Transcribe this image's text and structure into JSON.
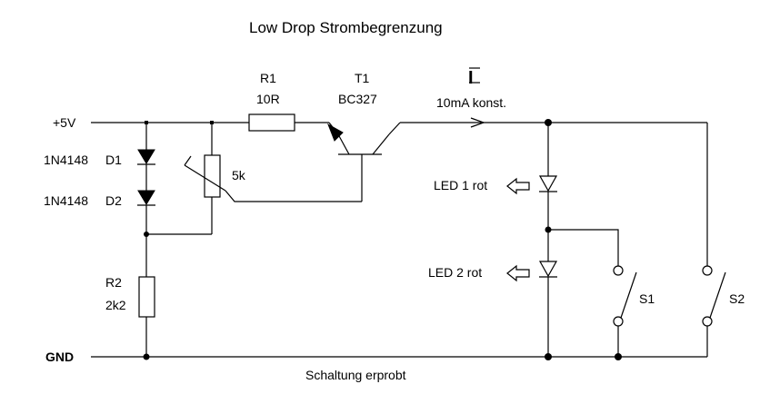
{
  "title": "Low Drop Strombegrenzung",
  "footer": "Schaltung erprobt",
  "rails": {
    "supply": "+5V",
    "ground": "GND"
  },
  "components": {
    "R1": {
      "ref": "R1",
      "value": "10R"
    },
    "T1": {
      "ref": "T1",
      "value": "BC327"
    },
    "D1": {
      "part": "1N4148",
      "ref": "D1"
    },
    "D2": {
      "part": "1N4148",
      "ref": "D2"
    },
    "pot": {
      "value": "5k"
    },
    "R2": {
      "ref": "R2",
      "value": "2k2"
    },
    "LED1": {
      "label": "LED 1  rot"
    },
    "LED2": {
      "label": "LED 2  rot"
    },
    "S1": {
      "ref": "S1"
    },
    "S2": {
      "ref": "S2"
    }
  },
  "current": {
    "symbol": "I",
    "label": "10mA  konst."
  }
}
